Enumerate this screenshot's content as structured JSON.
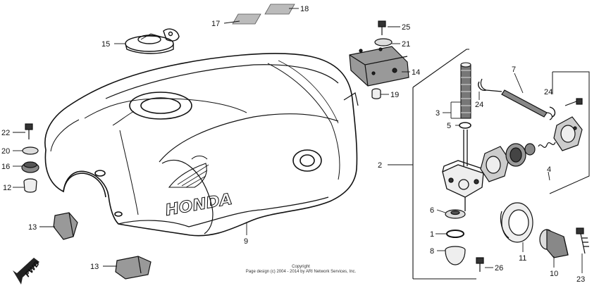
{
  "callouts": {
    "c1": "1",
    "c2": "2",
    "c3": "3",
    "c4": "4",
    "c5": "5",
    "c6": "6",
    "c7": "7",
    "c8": "8",
    "c9": "9",
    "c10": "10",
    "c11": "11",
    "c12": "12",
    "c13a": "13",
    "c13b": "13",
    "c14": "14",
    "c15": "15",
    "c16": "16",
    "c17": "17",
    "c18": "18",
    "c19": "19",
    "c20": "20",
    "c21": "21",
    "c22": "22",
    "c23": "23",
    "c24a": "24",
    "c24b": "24",
    "c25": "25",
    "c26": "26"
  },
  "brand": {
    "logo_text": "HONDA",
    "fwd_text": "FWD"
  },
  "footer": {
    "line1": "Copyright",
    "line2": "Page design (c) 2004 - 2014 by ARI Network Services, Inc."
  }
}
